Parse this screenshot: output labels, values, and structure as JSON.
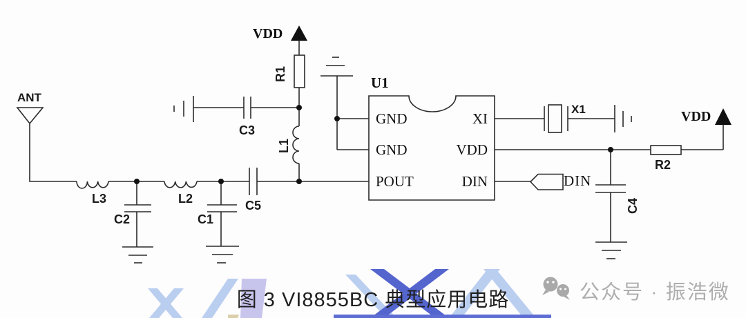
{
  "schematic": {
    "caption": "图 3 VI8855BC 典型应用电路",
    "antenna": {
      "label": "ANT"
    },
    "power": {
      "vdd_top": "VDD",
      "vdd_right": "VDD"
    },
    "ic": {
      "designator": "U1",
      "left_pins": [
        "GND",
        "GND",
        "POUT"
      ],
      "right_pins": [
        "XI",
        "VDD",
        "DIN"
      ]
    },
    "components": {
      "r1": "R1",
      "r2": "R2",
      "c1": "C1",
      "c2": "C2",
      "c3": "C3",
      "c4": "C4",
      "c5": "C5",
      "l1": "L1",
      "l2": "L2",
      "l3": "L3",
      "x1": "X1"
    },
    "signal_tag": "DIN"
  },
  "watermark": {
    "publisher_text": "公众号 · 振浩微",
    "icon": "wechat-icon"
  },
  "colors": {
    "line": "#2b2b2b",
    "caption_text": "#1f1f1f",
    "watermark_gray": "#a9a9a9",
    "watermark_blue": "#4355c9",
    "watermark_band": "#4d5ecf",
    "watermark_lightblue": "#b3c9ef",
    "watermark_purple": "#c3bfec",
    "watermark_tan": "#d9c9a2"
  }
}
